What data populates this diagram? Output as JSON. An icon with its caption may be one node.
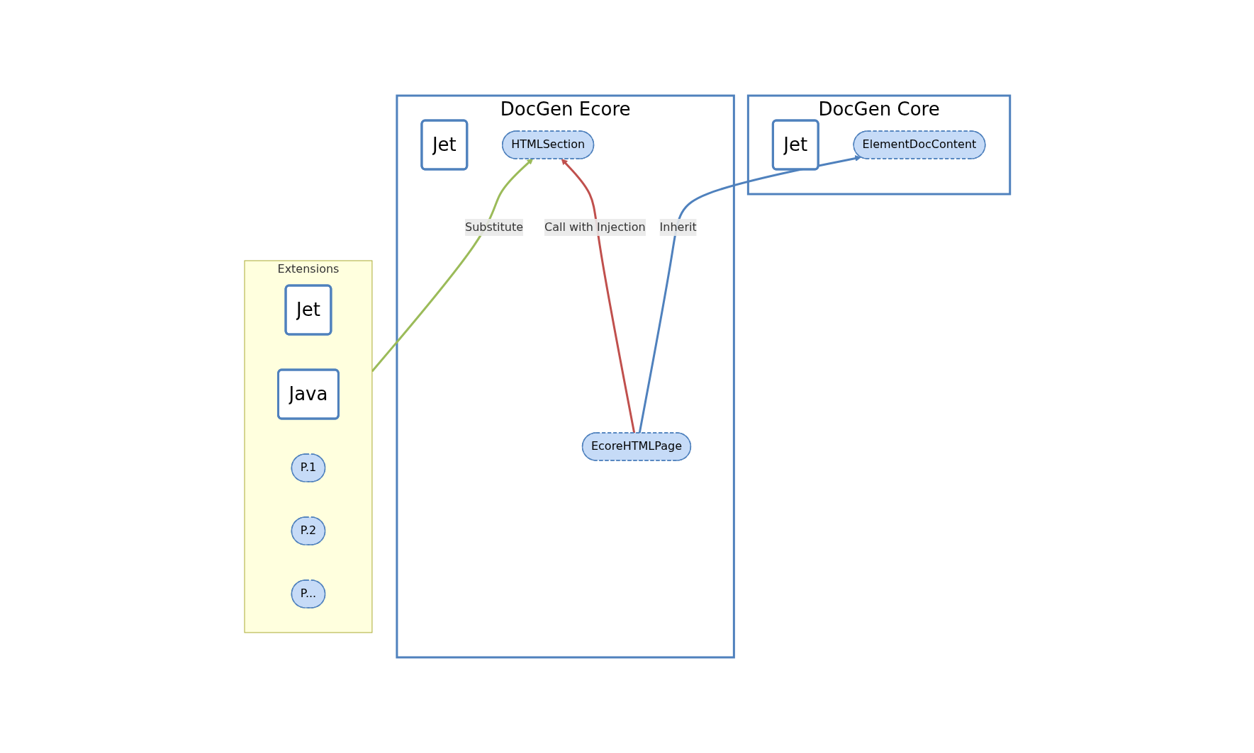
{
  "diagram": {
    "nodes": [
      {
        "text": [
          "DocGen Core"
        ]
      },
      {
        "text": [
          "Jet"
        ],
        "in": 0
      },
      {
        "text": [
          "ElementDocContent"
        ],
        "in": 0
      },
      {
        "text": [
          "DocGen Ecore"
        ]
      },
      {
        "text": [
          "Jet"
        ],
        "in": 3
      },
      {
        "text": [
          "EcoreHTMLPage"
        ],
        "in": 3
      },
      {
        "text": [
          "HTMLSection"
        ],
        "in": 3
      },
      {
        "text": [
          "Extensions"
        ]
      },
      {
        "text": [
          "Jet"
        ],
        "in": 7
      },
      {
        "text": [
          "Java"
        ],
        "in": 7
      },
      {
        "text": [
          "P.1"
        ],
        "in": 7
      },
      {
        "text": [
          "P.2"
        ],
        "in": 7
      },
      {
        "text": [
          "P..."
        ],
        "in": 7
      }
    ],
    "edges": [
      {
        "from": 5,
        "to": 2,
        "arrow": "to",
        "label": "Inherit"
      },
      {
        "from": 5,
        "to": 6,
        "arrow": "to",
        "label": "Call with Injection",
        "color": "#c0504d"
      },
      {
        "from": 7,
        "to": 6,
        "arrow": "to",
        "label": "Substitute",
        "color": "#9bbb59"
      }
    ]
  }
}
